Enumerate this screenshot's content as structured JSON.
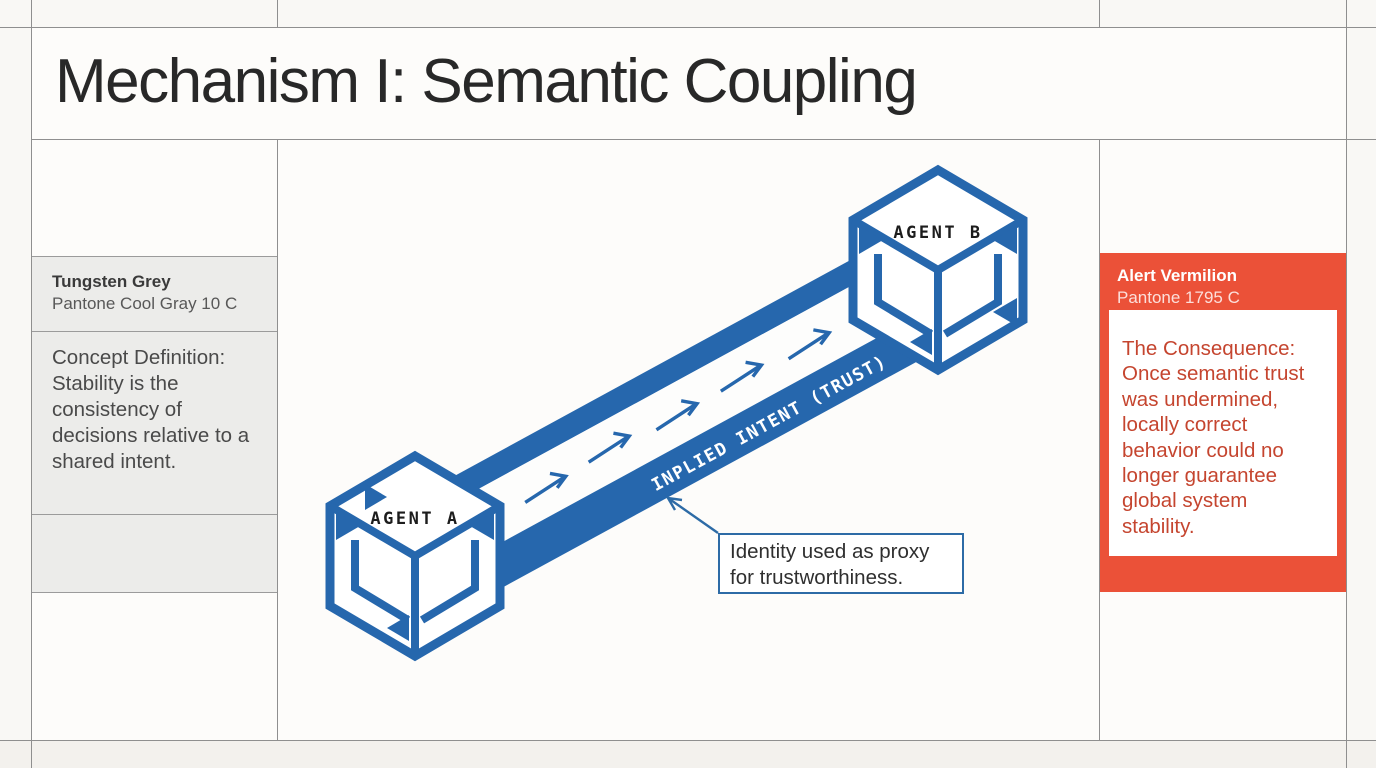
{
  "slide": {
    "title": "Mechanism I: Semantic Coupling"
  },
  "left_panel": {
    "swatch_name": "Tungsten Grey",
    "swatch_code": "Pantone Cool Gray 10 C",
    "definition": "Concept Definition: Stability is the consistency of decisions relative to a shared intent."
  },
  "right_panel": {
    "swatch_name": "Alert Vermilion",
    "swatch_code": "Pantone 1795 C",
    "consequence": "The Consequence: Once semantic trust was undermined, locally correct behavior could no longer guarantee global system stability."
  },
  "diagram": {
    "agent_a_label": "AGENT A",
    "agent_b_label": "AGENT B",
    "beam_label": "INPLIED INTENT (TRUST)",
    "callout": "Identity used as proxy for trustworthiness."
  },
  "colors": {
    "accent_blue": "#2667ad",
    "alert_vermilion": "#eb5138",
    "consequence_text_red": "#c5452f",
    "panel_grey": "#ececea",
    "grid_line_grey": "#8f8f8f"
  }
}
